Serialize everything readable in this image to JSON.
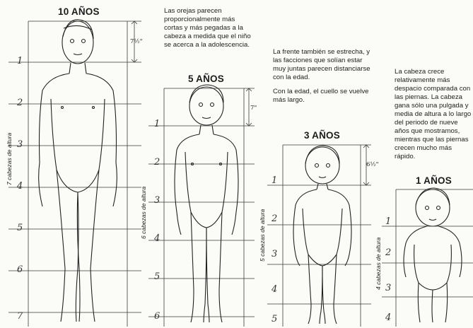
{
  "figures": [
    {
      "title": "10 AÑOS",
      "height_label": "7 cabezas de altura",
      "measure": "7½\"",
      "head_numbers": [
        "1",
        "2",
        "3",
        "4",
        "5",
        "6",
        "7"
      ]
    },
    {
      "title": "5 AÑOS",
      "height_label": "6 cabezas de altura",
      "measure": "7\"",
      "head_numbers": [
        "1",
        "2",
        "3",
        "4",
        "5",
        "6"
      ]
    },
    {
      "title": "3 AÑOS",
      "height_label": "5 cabezas de altura",
      "measure": "6½\"",
      "head_numbers": [
        "1",
        "2",
        "3",
        "4",
        "5"
      ]
    },
    {
      "title": "1 AÑOS",
      "height_label": "4 cabezas de altura",
      "head_numbers": [
        "1",
        "2",
        "3",
        "4"
      ]
    }
  ],
  "texts": {
    "ears": "Las orejas parecen proporcionalmente más cortas y más pegadas a la cabeza a medida que el niño se acerca a la adolescencia.",
    "forehead": "La frente también se estrecha, y las facciones que solían estar muy juntas parecen distanciarse con la edad.",
    "neck": "Con la edad, el cuello se vuelve más largo.",
    "head_growth": "La cabeza crece relativamente más despacio comparada con las piernas. La cabeza gana sólo una pulgada y media de altura a lo largo del periodo de nueve años que mostramos, mientras que las piernas crecen mucho más rápido."
  }
}
